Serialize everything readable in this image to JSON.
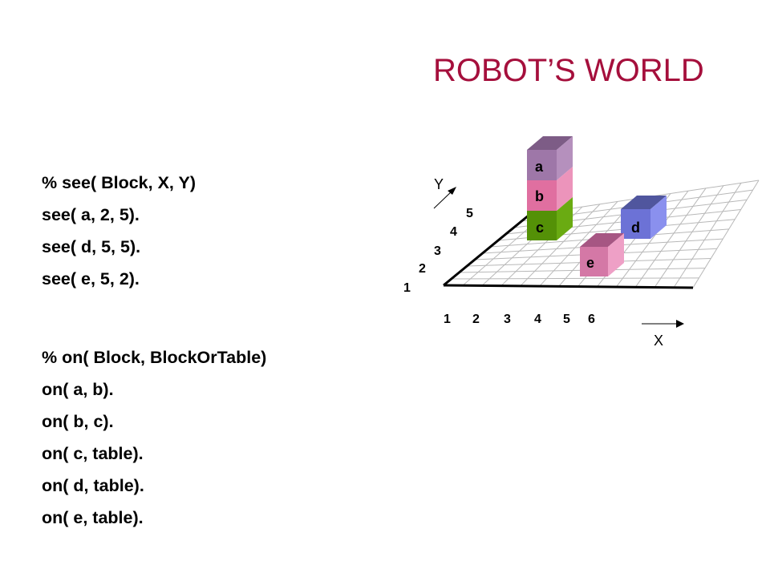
{
  "slide": {
    "title": "ROBOT’S WORLD"
  },
  "see_facts": {
    "lines": [
      "%  see( Block, X, Y)",
      "see( a, 2, 5).",
      "see( d, 5, 5).",
      "see( e, 5, 2)."
    ]
  },
  "on_facts": {
    "lines": [
      "% on( Block, BlockOrTable)",
      "on( a, b).",
      "on( b, c).",
      "on( c, table).",
      "on( d, table).",
      "on( e, table)."
    ]
  },
  "diagram": {
    "x_axis_label": "X",
    "y_axis_label": "Y",
    "x_ticks": [
      "1",
      "2",
      "3",
      "4",
      "5",
      "6"
    ],
    "y_ticks": [
      "1",
      "2",
      "3",
      "4",
      "5"
    ],
    "blocks": {
      "a": {
        "label": "a",
        "front": "#9e77a8",
        "side": "#b590bd",
        "top": "#7d5c86"
      },
      "b": {
        "label": "b",
        "front": "#e06fa0",
        "side": "#ec94bb",
        "top": "#c55a89"
      },
      "c": {
        "label": "c",
        "front": "#549107",
        "side": "#6aab12",
        "top": "#3f6f06"
      },
      "d": {
        "label": "d",
        "front": "#6c72d6",
        "side": "#8a90ee",
        "top": "#50569e"
      },
      "e": {
        "label": "e",
        "front": "#d478a6",
        "side": "#eea0c6",
        "top": "#a65683"
      }
    }
  }
}
